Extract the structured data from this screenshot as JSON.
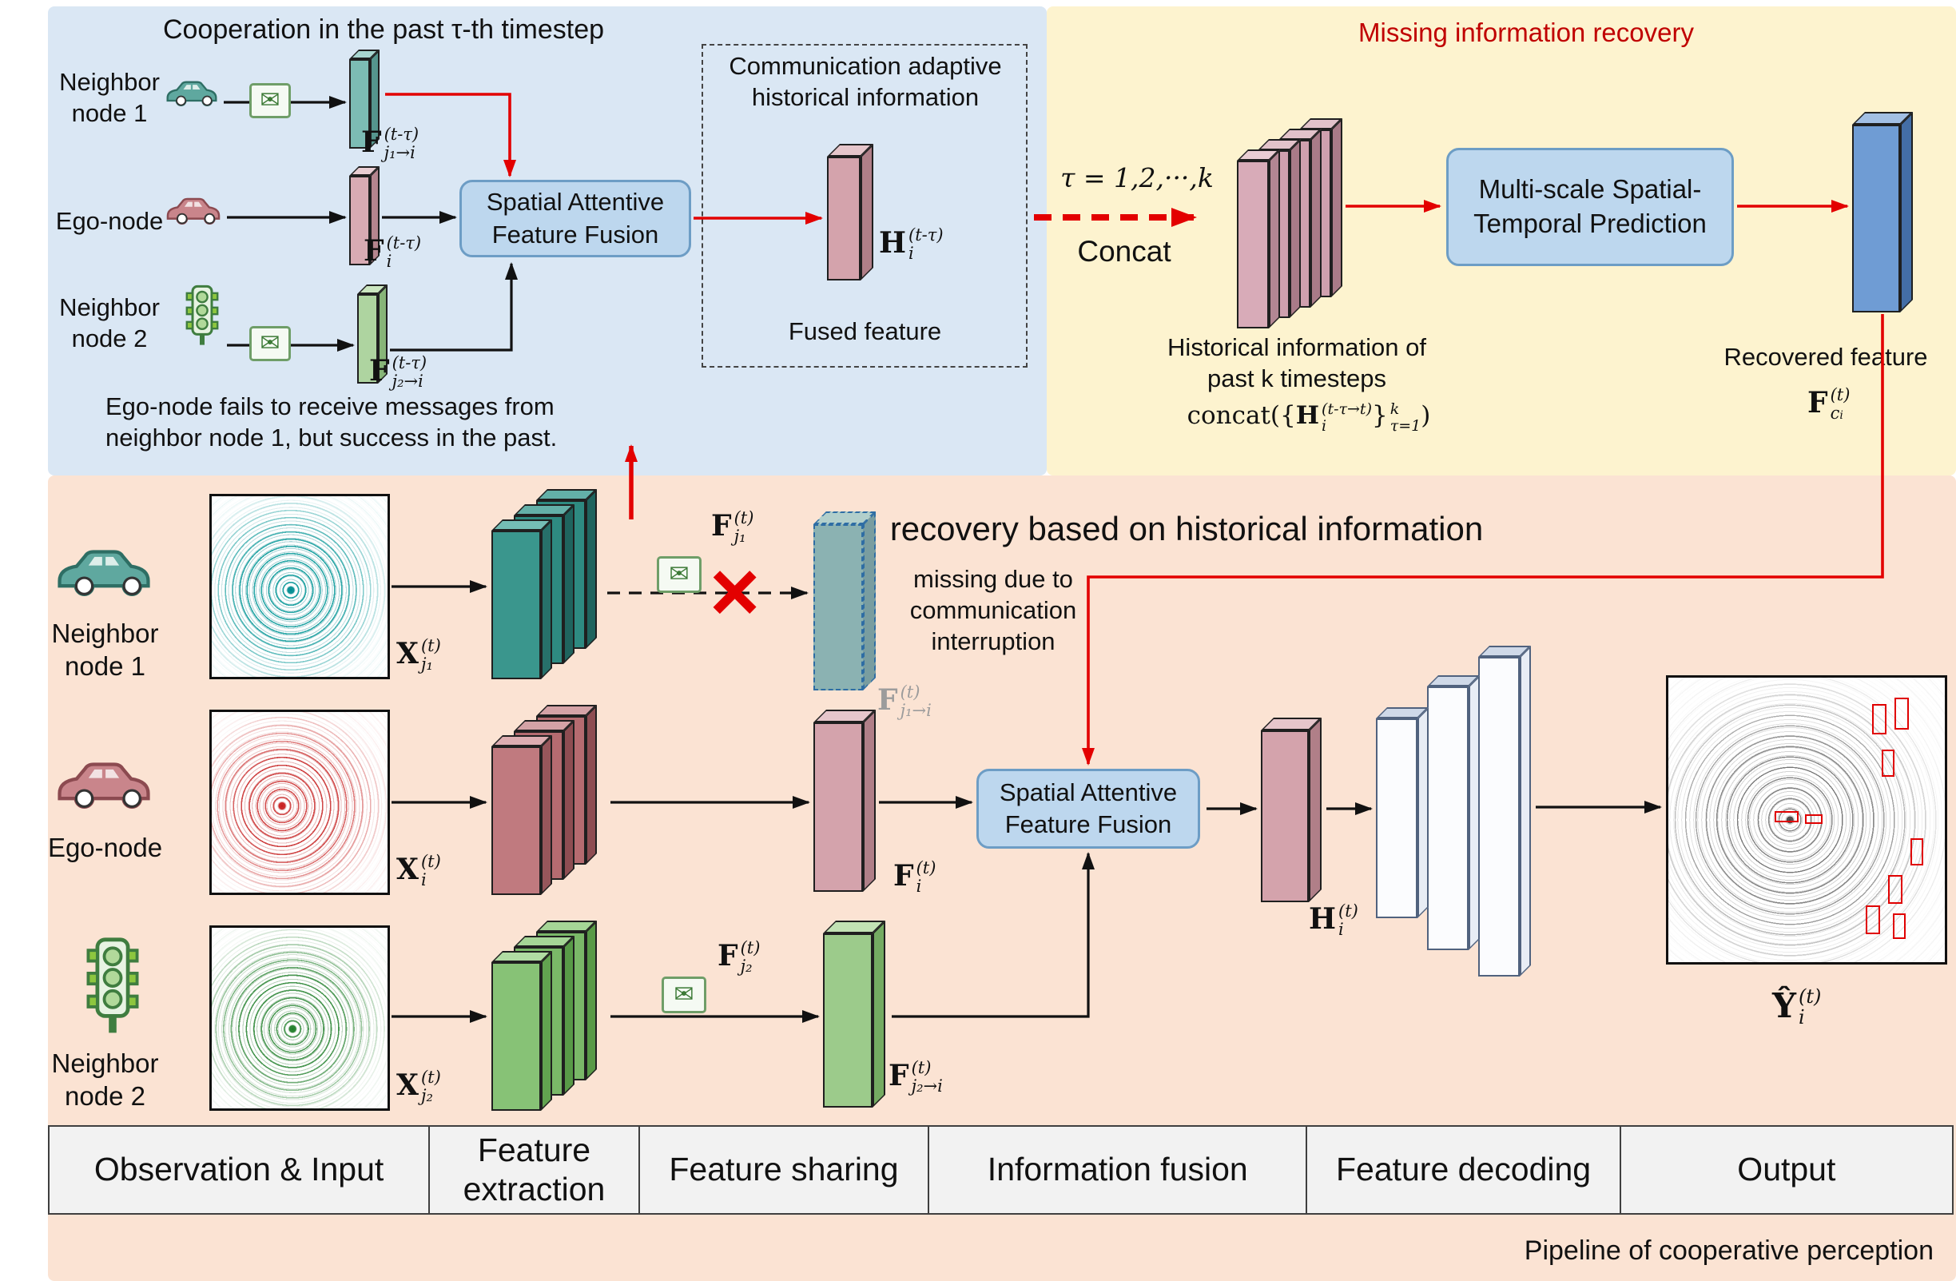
{
  "colors": {
    "panel_blue": "#dae7f4",
    "panel_yellow": "#fdf3cf",
    "panel_pink": "#fbe3d3",
    "accent_red": "#e30000",
    "title_red": "#c00000",
    "fusion_box_fill": "#bdd7ee"
  },
  "icons": {
    "envelope": "✉",
    "cross": "×"
  },
  "past": {
    "title": "Cooperation  in the past τ-th timestep",
    "neighbor1": "Neighbor node 1",
    "ego": "Ego-node",
    "neighbor2": "Neighbor node 2",
    "fusion": "Spatial Attentive Feature Fusion",
    "comm_adaptive": "Communication adaptive historical information",
    "fused_feature": "Fused feature",
    "fails": "Ego-node fails to receive messages from neighbor node 1, but success in the past.",
    "f_j1": {
      "base": "F",
      "sup": "(t-τ)",
      "sub": "j₁→i"
    },
    "f_i": {
      "base": "F",
      "sup": "(t-τ)",
      "sub": "i"
    },
    "f_j2": {
      "base": "F",
      "sup": "(t-τ)",
      "sub": "j₂→i"
    },
    "h_i": {
      "base": "H",
      "sup": "(t-τ)",
      "sub": "i"
    }
  },
  "recovery": {
    "title": "Missing information recovery",
    "tau": "τ = 1,2,···,k",
    "concat_label": "Concat",
    "hist": "Historical information of past k timesteps",
    "formula": {
      "pre": "concat({",
      "base": "H",
      "sup": "(t-τ→t)",
      "sub": "i",
      "mid": "}",
      "sup2": "k",
      "sub2": "τ=1",
      "post": ")"
    },
    "prediction": "Multi-scale Spatial-Temporal Prediction",
    "recovered": "Recovered feature",
    "f_ci": {
      "base": "F",
      "sup": "(t)",
      "sub": "c",
      "subsub": "i"
    }
  },
  "main": {
    "recovery_note": "recovery based on historical information",
    "missing_note": "missing due to communication interruption",
    "neighbor1": "Neighbor node 1",
    "ego": "Ego-node",
    "neighbor2": "Neighbor node 2",
    "fusion": "Spatial Attentive Feature Fusion",
    "x_j1": {
      "base": "X",
      "sup": "(t)",
      "sub": "j₁"
    },
    "x_i": {
      "base": "X",
      "sup": "(t)",
      "sub": "i"
    },
    "x_j2": {
      "base": "X",
      "sup": "(t)",
      "sub": "j₂"
    },
    "f_j1": {
      "base": "F",
      "sup": "(t)",
      "sub": "j₁"
    },
    "f_j1_i": {
      "base": "F",
      "sup": "(t)",
      "sub": "j₁→i"
    },
    "f_i": {
      "base": "F",
      "sup": "(t)",
      "sub": "i"
    },
    "f_j2": {
      "base": "F",
      "sup": "(t)",
      "sub": "j₂"
    },
    "f_j2_i": {
      "base": "F",
      "sup": "(t)",
      "sub": "j₂→i"
    },
    "h_i": {
      "base": "H",
      "sup": "(t)",
      "sub": "i"
    },
    "y_i": {
      "base": "Ŷ",
      "sup": "(t)",
      "sub": "i"
    }
  },
  "stages": {
    "headers": [
      "Observation & Input",
      "Feature extraction",
      "Feature sharing",
      "Information fusion",
      "Feature decoding",
      "Output"
    ]
  },
  "caption": "Pipeline of cooperative perception"
}
